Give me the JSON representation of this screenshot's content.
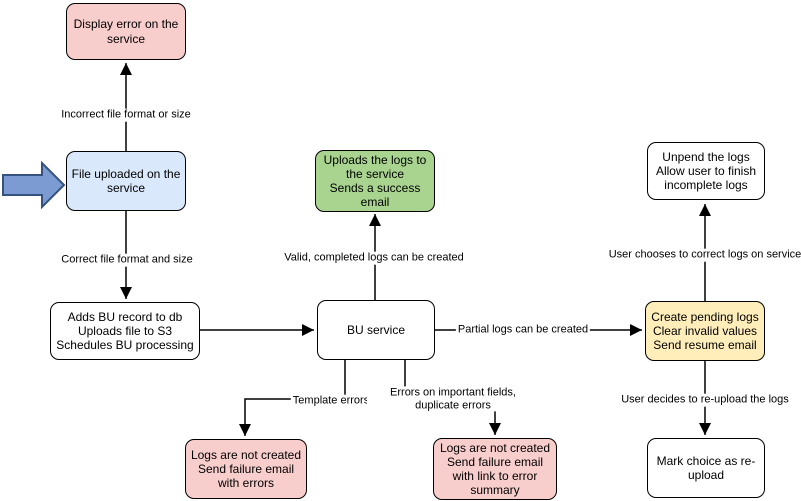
{
  "palette": {
    "pink_fill": "#f8cecc",
    "blue_fill": "#dae8fc",
    "green_fill": "#a8d48f",
    "yellow_fill": "#ffeeba",
    "white_fill": "#ffffff",
    "line_color": "#000000",
    "block_arrow_fill": "#7b9bd2",
    "block_arrow_stroke": "#35537e"
  },
  "diagram": {
    "boxes": {
      "display_error": {
        "lines": [
          "Display error on the service"
        ]
      },
      "file_uploaded": {
        "lines": [
          "File uploaded on the service"
        ]
      },
      "adds_bu_record": {
        "lines": [
          "Adds BU record to db",
          "Uploads file to S3",
          "Schedules BU processing"
        ]
      },
      "bu_service": {
        "lines": [
          "BU service"
        ]
      },
      "uploads_logs": {
        "lines": [
          "Uploads the logs to the service",
          "Sends a success email"
        ]
      },
      "unpend_logs": {
        "lines": [
          "Unpend the logs",
          "Allow user to finish incomplete logs"
        ]
      },
      "create_pending": {
        "lines": [
          "Create pending logs",
          "Clear invalid values",
          "Send resume email"
        ]
      },
      "mark_choice": {
        "lines": [
          "Mark choice as re-upload"
        ]
      },
      "logs_not_created_template": {
        "lines": [
          "Logs are not created",
          "Send failure email with errors"
        ]
      },
      "logs_not_created_fields": {
        "lines": [
          "Logs are not created",
          "Send failure email with link to error summary"
        ]
      }
    },
    "edge_labels": {
      "incorrect": "Incorrect file format or size",
      "correct": "Correct file format and size",
      "valid": "Valid, completed logs can be created",
      "partial": "Partial logs can be created",
      "user_chooses": "User chooses to correct logs on service",
      "user_decides": "User decides to re-upload the logs",
      "template": "Template errors",
      "important": "Errors on important fields, duplicate errors"
    }
  }
}
